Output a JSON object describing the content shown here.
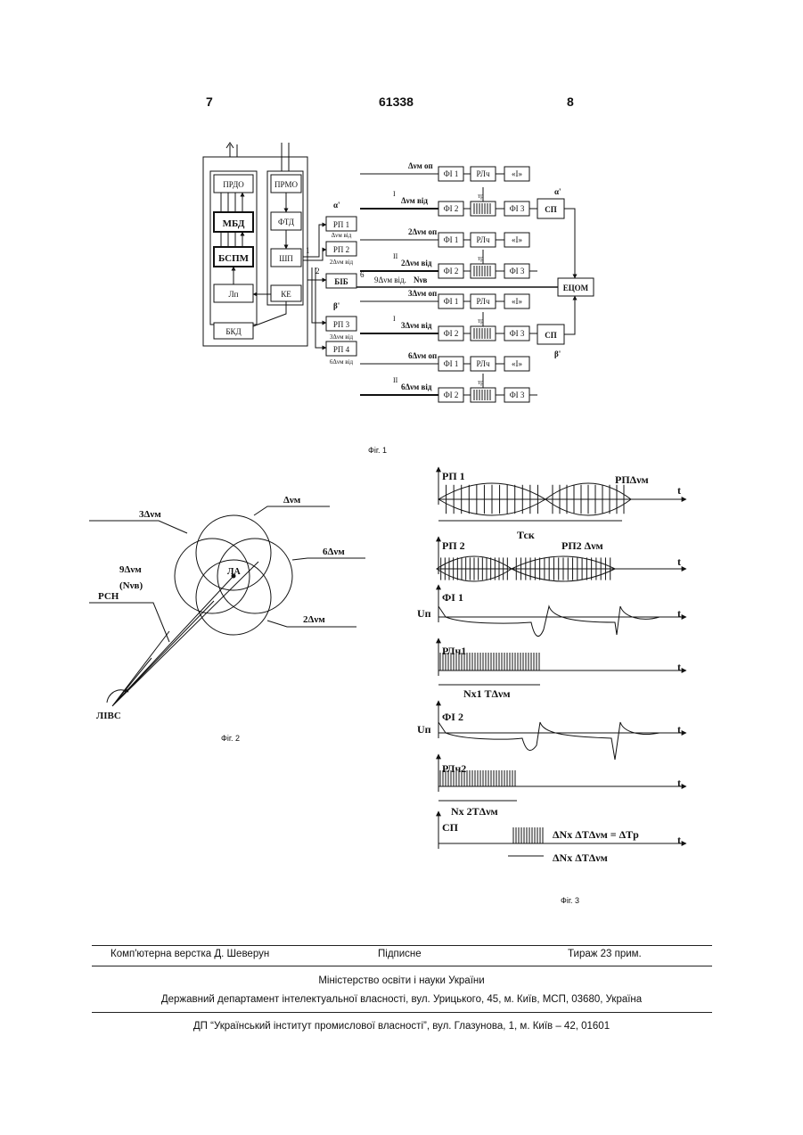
{
  "header": {
    "left_page": "7",
    "doc_number": "61338",
    "right_page": "8"
  },
  "fig1": {
    "caption": "Фіг. 1",
    "blocks": {
      "prdo": "ПРДО",
      "prmo": "ПРМО",
      "mbd": "МБД",
      "ftd": "ФТД",
      "bspm": "БСПМ",
      "shp": "ШП",
      "lp": "Лп",
      "ke": "КЕ",
      "bkd": "БКД",
      "rp1": "РП 1",
      "rp2": "РП 2",
      "rp3": "РП 3",
      "rp4": "РП 4",
      "bib": "БІБ",
      "etsom": "ЕЦОМ",
      "sp": "СП",
      "fi1": "ФІ 1",
      "fi2": "ФІ 2",
      "fi3": "ФІ 3",
      "rlch": "РЛч",
      "i": "«І»",
      "tr": "тр"
    },
    "labels": {
      "alpha": "α'",
      "beta": "β'",
      "n1": "1",
      "n2": "2",
      "n6": "6",
      "rom_i": "I",
      "rom_ii": "II",
      "dv_op": "Δνм оп",
      "dv_vid": "Δνм від",
      "dv2_op": "2Δνм оп",
      "dv2_vid": "2Δνм від",
      "dv3_op": "3Δνм оп",
      "dv3_vid": "3Δνм від",
      "dv6_op": "6Δνм оп",
      "dv6_vid": "6Δνм від",
      "rp1_sub": "Δνм від",
      "rp2_sub": "2Δνм від",
      "rp3_sub": "3Δνм від",
      "rp4_sub": "6Δνм від",
      "bib_in": "9Δνм від.",
      "bib_nv": "Nνв"
    }
  },
  "fig2": {
    "caption": "Фіг. 2",
    "labels": {
      "dv": "Δνм",
      "dv3": "3Δνм",
      "dv6": "6Δνм",
      "dv9": "9Δνм",
      "nvv": "(Nνв)",
      "rsn": "РСН",
      "la": "ЛА",
      "dv2": "2Δνм",
      "livs": "ЛІВС"
    }
  },
  "fig3": {
    "caption": "Фіг. 3",
    "labels": {
      "rp1": "РП 1",
      "rp1_right": "РПΔνм",
      "tsk": "Тск",
      "rp2": "РП 2",
      "rp2_right": "РП2 Δνм",
      "fi1": "ФІ 1",
      "un": "Uп",
      "rlch1": "РЛч1",
      "nx1": "Nx1 TΔνм",
      "fi2": "ФІ 2",
      "rlch2": "РЛч2",
      "nx2": "Nx 2TΔνм",
      "sp": "СП",
      "eq1": "ΔNx ΔTΔνм = ΔTр",
      "eq2": "ΔNx ΔTΔνм",
      "t": "t"
    }
  },
  "footer": {
    "layout": "Комп'ютерна верстка Д. Шеверун",
    "subscription": "Підписне",
    "print_run": "Тираж 23 прим.",
    "ministry": "Міністерство освіти і науки України",
    "department": "Державний департамент інтелектуальної власності, вул. Урицького, 45, м. Київ, МСП, 03680, Україна",
    "institute": "ДП “Український інститут промислової власності”, вул. Глазунова, 1, м. Київ – 42, 01601"
  }
}
